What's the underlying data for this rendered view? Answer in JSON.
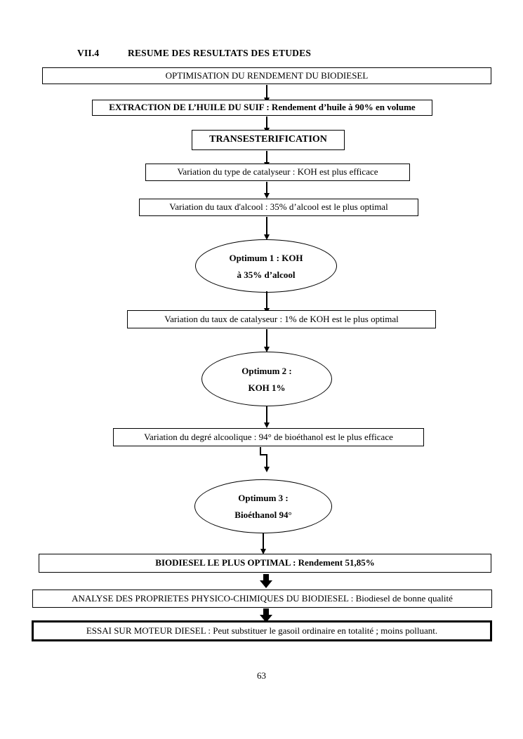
{
  "document": {
    "page_number": "63",
    "heading": {
      "number": "VII.4",
      "title": "RESUME DES RESULTATS DES ETUDES"
    }
  },
  "flowchart": {
    "title": "Optimisation du rendement du biodiesel",
    "nodes": [
      {
        "id": "optimisation",
        "shape": "rectangle",
        "text": "OPTIMISATION DU RENDEMENT DU BIODIESEL",
        "bold": false
      },
      {
        "id": "extraction",
        "shape": "rectangle",
        "text": "EXTRACTION DE L’HUILE DU SUIF : Rendement d’huile à 90% en volume",
        "bold": true
      },
      {
        "id": "transesterification",
        "shape": "rectangle",
        "text": "TRANSESTERIFICATION",
        "bold": true
      },
      {
        "id": "type-catalyseur",
        "shape": "rectangle",
        "text": "Variation du type de catalyseur : KOH est plus efficace",
        "bold": false
      },
      {
        "id": "taux-alcool",
        "shape": "rectangle",
        "text": "Variation du taux d'alcool : 35% d’alcool est le plus optimal",
        "bold": false
      },
      {
        "id": "optimum-1",
        "shape": "ellipse",
        "line1": "Optimum 1 : KOH",
        "line2": "à 35% d’alcool",
        "bold": true
      },
      {
        "id": "taux-catalyseur",
        "shape": "rectangle",
        "text": "Variation du taux de catalyseur : 1% de KOH est le plus optimal",
        "bold": false
      },
      {
        "id": "optimum-2",
        "shape": "ellipse",
        "line1": "Optimum 2 :",
        "line2": "KOH 1%",
        "bold": true
      },
      {
        "id": "degre-alcoolique",
        "shape": "rectangle",
        "text": "Variation du degré alcoolique : 94° de bioéthanol est le plus efficace",
        "bold": false
      },
      {
        "id": "optimum-3",
        "shape": "ellipse",
        "line1": "Optimum 3 :",
        "line2": "Bioéthanol 94°",
        "bold": true
      },
      {
        "id": "biodiesel-optimal",
        "shape": "rectangle",
        "text": "BIODIESEL LE PLUS OPTIMAL : Rendement 51,85%",
        "bold": true
      },
      {
        "id": "analyse-proprietes",
        "shape": "rectangle",
        "text": "ANALYSE DES PROPRIETES PHYSICO-CHIMIQUES DU BIODIESEL : Biodiesel de bonne qualité",
        "bold": false
      },
      {
        "id": "essai-moteur",
        "shape": "rectangle",
        "text": "ESSAI SUR MOTEUR DIESEL : Peut substituer le gasoil ordinaire en totalité ; moins polluant.",
        "bold": false
      }
    ],
    "connectors": [
      {
        "from": "optimisation",
        "to": "extraction",
        "style": "thin-arrow"
      },
      {
        "from": "extraction",
        "to": "transesterification",
        "style": "thin-arrow"
      },
      {
        "from": "transesterification",
        "to": "type-catalyseur",
        "style": "thin-arrow"
      },
      {
        "from": "type-catalyseur",
        "to": "taux-alcool",
        "style": "thin-arrow"
      },
      {
        "from": "taux-alcool",
        "to": "optimum-1",
        "style": "thin-arrow"
      },
      {
        "from": "optimum-1",
        "to": "taux-catalyseur",
        "style": "thin-arrow"
      },
      {
        "from": "taux-catalyseur",
        "to": "optimum-2",
        "style": "thin-arrow"
      },
      {
        "from": "optimum-2",
        "to": "degre-alcoolique",
        "style": "thin-arrow"
      },
      {
        "from": "degre-alcoolique",
        "to": "optimum-3",
        "style": "elbow-arrow"
      },
      {
        "from": "optimum-3",
        "to": "biodiesel-optimal",
        "style": "thin-arrow"
      },
      {
        "from": "biodiesel-optimal",
        "to": "analyse-proprietes",
        "style": "block-arrow"
      },
      {
        "from": "analyse-proprietes",
        "to": "essai-moteur",
        "style": "block-arrow"
      }
    ]
  },
  "colors": {
    "line": "#000000",
    "background": "#ffffff",
    "text": "#000000"
  }
}
